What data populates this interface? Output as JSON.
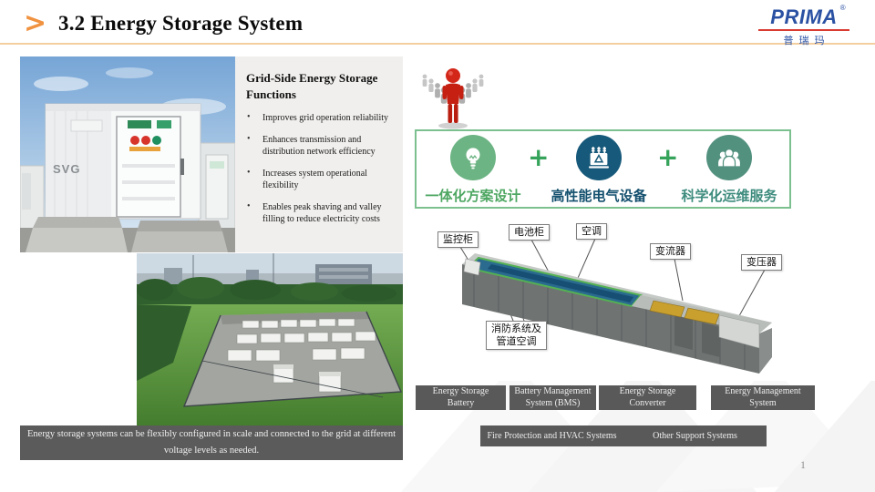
{
  "header": {
    "chevron": ">",
    "title": "3.2 Energy Storage System",
    "logo": {
      "brand": "PRIMA",
      "registered": "®",
      "subtitle": "普瑞玛"
    }
  },
  "colors": {
    "accent_orange": "#F0923F",
    "logo_blue": "#2B51A3",
    "logo_red": "#D93B32",
    "label_box_gray": "#595959",
    "solution_border_green": "#7CC08F",
    "circle_green": "#6CB483",
    "circle_dark_teal": "#17597A",
    "circle_teal": "#53917F",
    "plus_green": "#36A35B"
  },
  "left": {
    "photo_top": {
      "container_label": "SVG"
    },
    "functions_panel": {
      "title": "Grid-Side Energy Storage Functions",
      "bullets": [
        "Improves grid operation reliability",
        "Enhances transmission and distribution network efficiency",
        "Increases system operational flexibility",
        "Enables peak shaving and valley filling to reduce electricity costs"
      ]
    },
    "caption": "Energy storage systems can be flexibly configured in scale and connected to the grid at different voltage levels as needed."
  },
  "right": {
    "solution_box": {
      "plus": "+",
      "items": [
        {
          "label": "一体化方案设计",
          "icon": "lightbulb-icon"
        },
        {
          "label": "高性能电气设备",
          "icon": "transformer-icon"
        },
        {
          "label": "科学化运维服务",
          "icon": "team-icon"
        }
      ]
    },
    "diagram": {
      "callouts": {
        "monitoring_cabinet": "监控柜",
        "battery_cabinet": "电池柜",
        "air_conditioner": "空调",
        "converter": "变流器",
        "transformer": "变压器",
        "fire_line1": "消防系统及",
        "fire_line2": "管道空调"
      }
    },
    "system_boxes": {
      "row1": [
        "Energy Storage Battery",
        "Battery Management System (BMS)",
        "Energy Storage Converter",
        "Energy Management System"
      ],
      "row2": [
        "Fire Protection and HVAC Systems",
        "Other Support Systems"
      ]
    }
  },
  "footer": {
    "page_number": "1"
  }
}
